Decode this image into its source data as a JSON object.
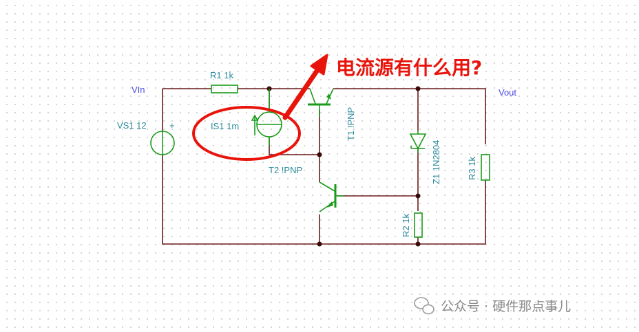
{
  "title": "电流源有什么用?",
  "nets": {
    "vin": "VIn",
    "vout": "Vout"
  },
  "components": {
    "vs1": "VS1 12",
    "vs1_polarity": "+",
    "r1": "R1 1k",
    "is1": "IS1 1m",
    "t1": "T1 !PNP",
    "t2": "T2 !PNP",
    "z1": "Z1 1N2804",
    "r2": "R2 1k",
    "r3": "R3 1k"
  },
  "watermark": "公众号 · 硬件那点事儿",
  "colors": {
    "wire": "#6b1a1a",
    "component": "#1a9a1a",
    "annotation": "#e8140c",
    "label": "#2a8a9a",
    "net": "#4a4ae0"
  }
}
